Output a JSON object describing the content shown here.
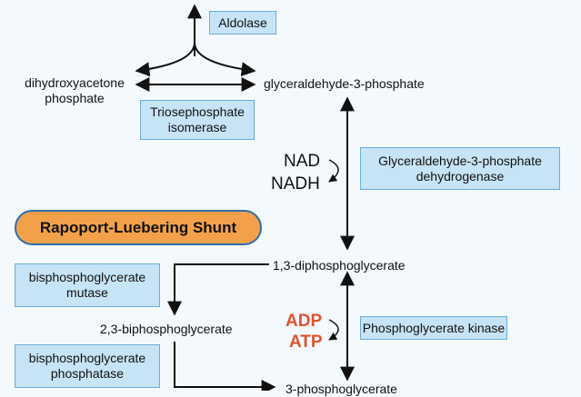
{
  "title_pill": "Rapoport-Luebering Shunt",
  "enzymes": {
    "aldolase": "Aldolase",
    "triosephosphate_isomerase": "Triosephosphate\nisomerase",
    "gapdh": "Glyceraldehyde-3-phosphate\ndehydrogenase",
    "bpg_mutase": "bisphosphoglycerate\nmutase",
    "bpg_phosphatase": "bisphosphoglycerate\nphosphatase",
    "pgk": "Phosphoglycerate kinase"
  },
  "metabolites": {
    "dhap": "dihydroxyacetone\nphosphate",
    "g3p": "glyceraldehyde-3-phosphate",
    "bpg13": "1,3-diphosphoglycerate",
    "bpg23": "2,3-biphosphoglycerate",
    "pg3": "3-phosphoglycerate"
  },
  "cofactors": {
    "nad": "NAD",
    "nadh": "NADH",
    "adp": "ADP",
    "atp": "ATP"
  },
  "colors": {
    "box_fill": "#c7e3f6",
    "box_border": "#6aaed9",
    "pill_fill": "#f2a14a",
    "pill_border": "#2a6fb0",
    "accent_red": "#e0542c"
  }
}
